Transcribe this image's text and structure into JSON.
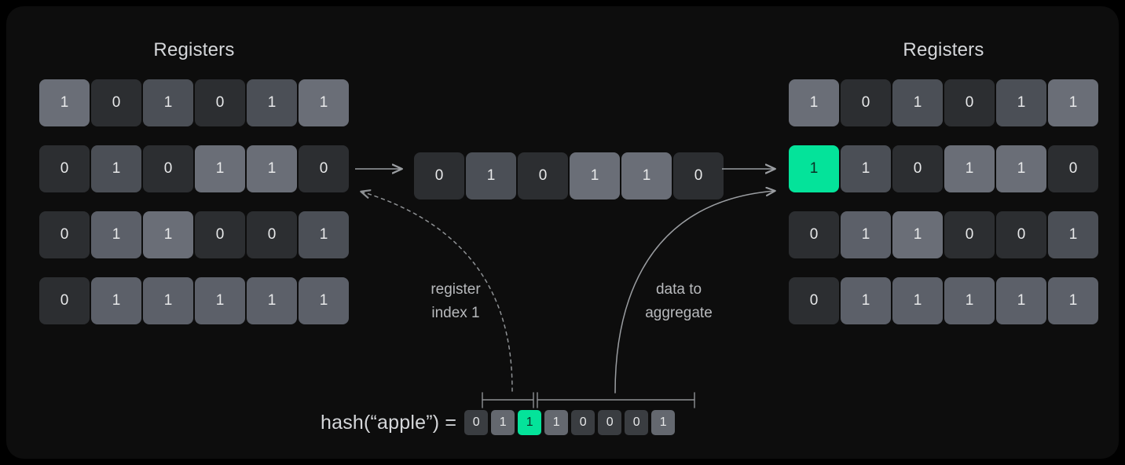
{
  "diagram": {
    "title_left": "Registers",
    "title_right": "Registers",
    "accent_color": "#04e39a",
    "background_color": "#0d0d0d",
    "cell_zero_color": "#2c2e31",
    "cell_one_color": "#5c6069",
    "text_color": "#e8e9ea"
  },
  "registers_before": {
    "label": "Registers",
    "rows": [
      {
        "cells": [
          {
            "value": "1",
            "shade": "v1l",
            "highlight": false
          },
          {
            "value": "0",
            "shade": "v0",
            "highlight": false
          },
          {
            "value": "1",
            "shade": "v1d",
            "highlight": false
          },
          {
            "value": "0",
            "shade": "v0",
            "highlight": false
          },
          {
            "value": "1",
            "shade": "v1d",
            "highlight": false
          },
          {
            "value": "1",
            "shade": "v1l",
            "highlight": false
          }
        ]
      },
      {
        "cells": [
          {
            "value": "0",
            "shade": "v0",
            "highlight": false
          },
          {
            "value": "1",
            "shade": "v1d",
            "highlight": false
          },
          {
            "value": "0",
            "shade": "v0",
            "highlight": false
          },
          {
            "value": "1",
            "shade": "v1l",
            "highlight": false
          },
          {
            "value": "1",
            "shade": "v1l",
            "highlight": false
          },
          {
            "value": "0",
            "shade": "v0",
            "highlight": false
          }
        ]
      },
      {
        "cells": [
          {
            "value": "0",
            "shade": "v0",
            "highlight": false
          },
          {
            "value": "1",
            "shade": "v1",
            "highlight": false
          },
          {
            "value": "1",
            "shade": "v1l",
            "highlight": false
          },
          {
            "value": "0",
            "shade": "v0",
            "highlight": false
          },
          {
            "value": "0",
            "shade": "v0",
            "highlight": false
          },
          {
            "value": "1",
            "shade": "v1d",
            "highlight": false
          }
        ]
      },
      {
        "cells": [
          {
            "value": "0",
            "shade": "v0",
            "highlight": false
          },
          {
            "value": "1",
            "shade": "v1",
            "highlight": false
          },
          {
            "value": "1",
            "shade": "v1",
            "highlight": false
          },
          {
            "value": "1",
            "shade": "v1",
            "highlight": false
          },
          {
            "value": "1",
            "shade": "v1",
            "highlight": false
          },
          {
            "value": "1",
            "shade": "v1",
            "highlight": false
          }
        ]
      }
    ]
  },
  "selected_register": {
    "description": "register index 1 read out of the register array",
    "cells": [
      {
        "value": "0",
        "shade": "v0",
        "highlight": false
      },
      {
        "value": "1",
        "shade": "v1d",
        "highlight": false
      },
      {
        "value": "0",
        "shade": "v0",
        "highlight": false
      },
      {
        "value": "1",
        "shade": "v1l",
        "highlight": false
      },
      {
        "value": "1",
        "shade": "v1l",
        "highlight": false
      },
      {
        "value": "0",
        "shade": "v0",
        "highlight": false
      }
    ]
  },
  "registers_after": {
    "label": "Registers",
    "rows": [
      {
        "cells": [
          {
            "value": "1",
            "shade": "v1l",
            "highlight": false
          },
          {
            "value": "0",
            "shade": "v0",
            "highlight": false
          },
          {
            "value": "1",
            "shade": "v1d",
            "highlight": false
          },
          {
            "value": "0",
            "shade": "v0",
            "highlight": false
          },
          {
            "value": "1",
            "shade": "v1d",
            "highlight": false
          },
          {
            "value": "1",
            "shade": "v1l",
            "highlight": false
          }
        ]
      },
      {
        "cells": [
          {
            "value": "1",
            "shade": "green",
            "highlight": true
          },
          {
            "value": "1",
            "shade": "v1d",
            "highlight": false
          },
          {
            "value": "0",
            "shade": "v0",
            "highlight": false
          },
          {
            "value": "1",
            "shade": "v1l",
            "highlight": false
          },
          {
            "value": "1",
            "shade": "v1l",
            "highlight": false
          },
          {
            "value": "0",
            "shade": "v0",
            "highlight": false
          }
        ]
      },
      {
        "cells": [
          {
            "value": "0",
            "shade": "v0",
            "highlight": false
          },
          {
            "value": "1",
            "shade": "v1",
            "highlight": false
          },
          {
            "value": "1",
            "shade": "v1l",
            "highlight": false
          },
          {
            "value": "0",
            "shade": "v0",
            "highlight": false
          },
          {
            "value": "0",
            "shade": "v0",
            "highlight": false
          },
          {
            "value": "1",
            "shade": "v1d",
            "highlight": false
          }
        ]
      },
      {
        "cells": [
          {
            "value": "0",
            "shade": "v0",
            "highlight": false
          },
          {
            "value": "1",
            "shade": "v1",
            "highlight": false
          },
          {
            "value": "1",
            "shade": "v1",
            "highlight": false
          },
          {
            "value": "1",
            "shade": "v1",
            "highlight": false
          },
          {
            "value": "1",
            "shade": "v1",
            "highlight": false
          },
          {
            "value": "1",
            "shade": "v1",
            "highlight": false
          }
        ]
      }
    ]
  },
  "annotations": {
    "register_index": "register\nindex 1",
    "register_index_line1": "register",
    "register_index_line2": "index 1",
    "data_to_aggregate_line1": "data to",
    "data_to_aggregate_line2": "aggregate"
  },
  "hash": {
    "label": "hash(“apple”) =",
    "bits": [
      {
        "value": "0",
        "shade": "b0",
        "highlight": false
      },
      {
        "value": "1",
        "shade": "b1",
        "highlight": false
      },
      {
        "value": "1",
        "shade": "bg",
        "highlight": true
      },
      {
        "value": "1",
        "shade": "b1",
        "highlight": false
      },
      {
        "value": "0",
        "shade": "b0",
        "highlight": false
      },
      {
        "value": "0",
        "shade": "b0",
        "highlight": false
      },
      {
        "value": "0",
        "shade": "b0",
        "highlight": false
      },
      {
        "value": "1",
        "shade": "b1",
        "highlight": false
      }
    ],
    "index_bits_span": "bits 0-1 (register index)",
    "data_bits_span": "bits 2-7 (data to aggregate)"
  }
}
